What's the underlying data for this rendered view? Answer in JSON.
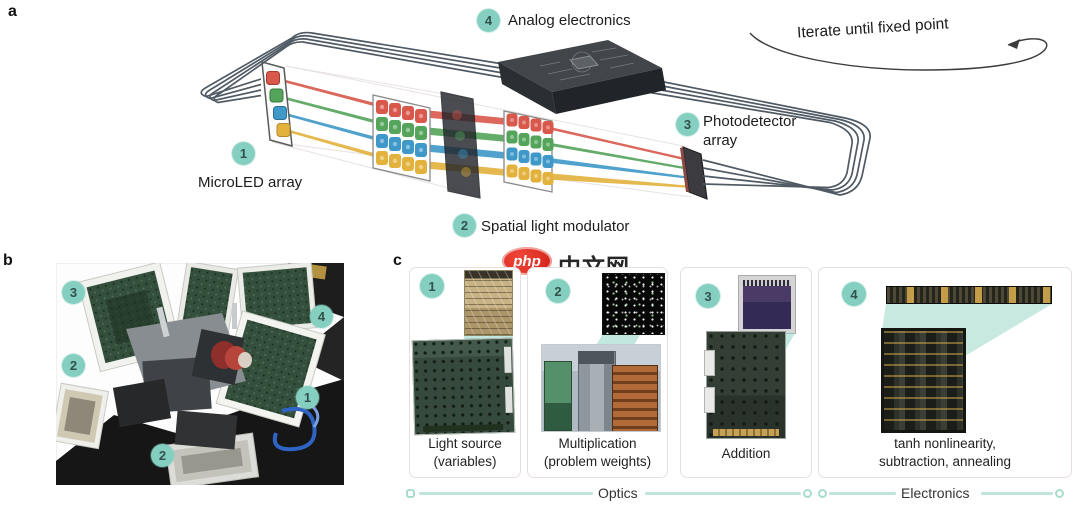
{
  "panel_a": {
    "label": "a",
    "iterate_text": "Iterate until fixed point",
    "components": [
      {
        "num": "1",
        "label": "MicroLED array"
      },
      {
        "num": "2",
        "label": "Spatial light modulator"
      },
      {
        "num": "3",
        "label_line1": "Photodetector",
        "label_line2": "array"
      },
      {
        "num": "4",
        "label": "Analog electronics"
      }
    ]
  },
  "panel_b": {
    "label": "b",
    "markers": [
      "3",
      "2",
      "2",
      "4",
      "1"
    ]
  },
  "panel_c": {
    "label": "c",
    "cards": [
      {
        "num": "1",
        "caption_line1": "Light source",
        "caption_line2": "(variables)"
      },
      {
        "num": "2",
        "caption_line1": "Multiplication",
        "caption_line2": "(problem weights)"
      },
      {
        "num": "3",
        "caption_line1": "Addition",
        "caption_line2": ""
      },
      {
        "num": "4",
        "caption_line1": "tanh nonlinearity,",
        "caption_line2": "subtraction, annealing"
      }
    ],
    "axis": {
      "optics_label": "Optics",
      "electronics_label": "Electronics"
    }
  },
  "watermark": {
    "badge": "php",
    "text": "中文网"
  },
  "colors": {
    "accent_teal_circle": "#85cfc0",
    "beam_teal": "#8fd4c2",
    "ray_red": "#d9584c",
    "ray_green": "#55a45c",
    "ray_blue": "#3e98c8",
    "ray_yellow": "#e3b23c",
    "wire_gray": "#4f5a64",
    "axis_line_teal": "#bfe4da",
    "watermark_red": "#d42a23"
  }
}
